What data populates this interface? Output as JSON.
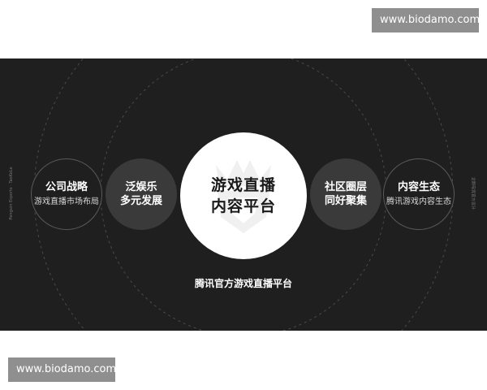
{
  "watermarks": {
    "top": "www.biodamo.com",
    "bottom": "www.biodamo.com"
  },
  "diagram": {
    "left_outer": {
      "title": "公司战略",
      "subtitle": "游戏直播市场布局"
    },
    "left_inner": {
      "line1": "泛娱乐",
      "line2": "多元发展"
    },
    "center": {
      "line1": "游戏直播",
      "line2": "内容平台"
    },
    "right_inner": {
      "line1": "社区圈层",
      "line2": "同好聚集"
    },
    "right_outer": {
      "title": "内容生态",
      "subtitle": "腾讯游戏内容生态"
    },
    "caption": "腾讯官方游戏直播平台",
    "side_left": "Penguin Esports · TaoKeLe",
    "side_right": "企鹅电竞官方设计"
  },
  "colors": {
    "background": "#1f1f1f",
    "center_fill": "#ffffff",
    "inner_fill": "#3a3a3a",
    "watermark_bg": "#8f8f8f"
  },
  "icons": {
    "center_emblem": "crown-shield-icon"
  }
}
